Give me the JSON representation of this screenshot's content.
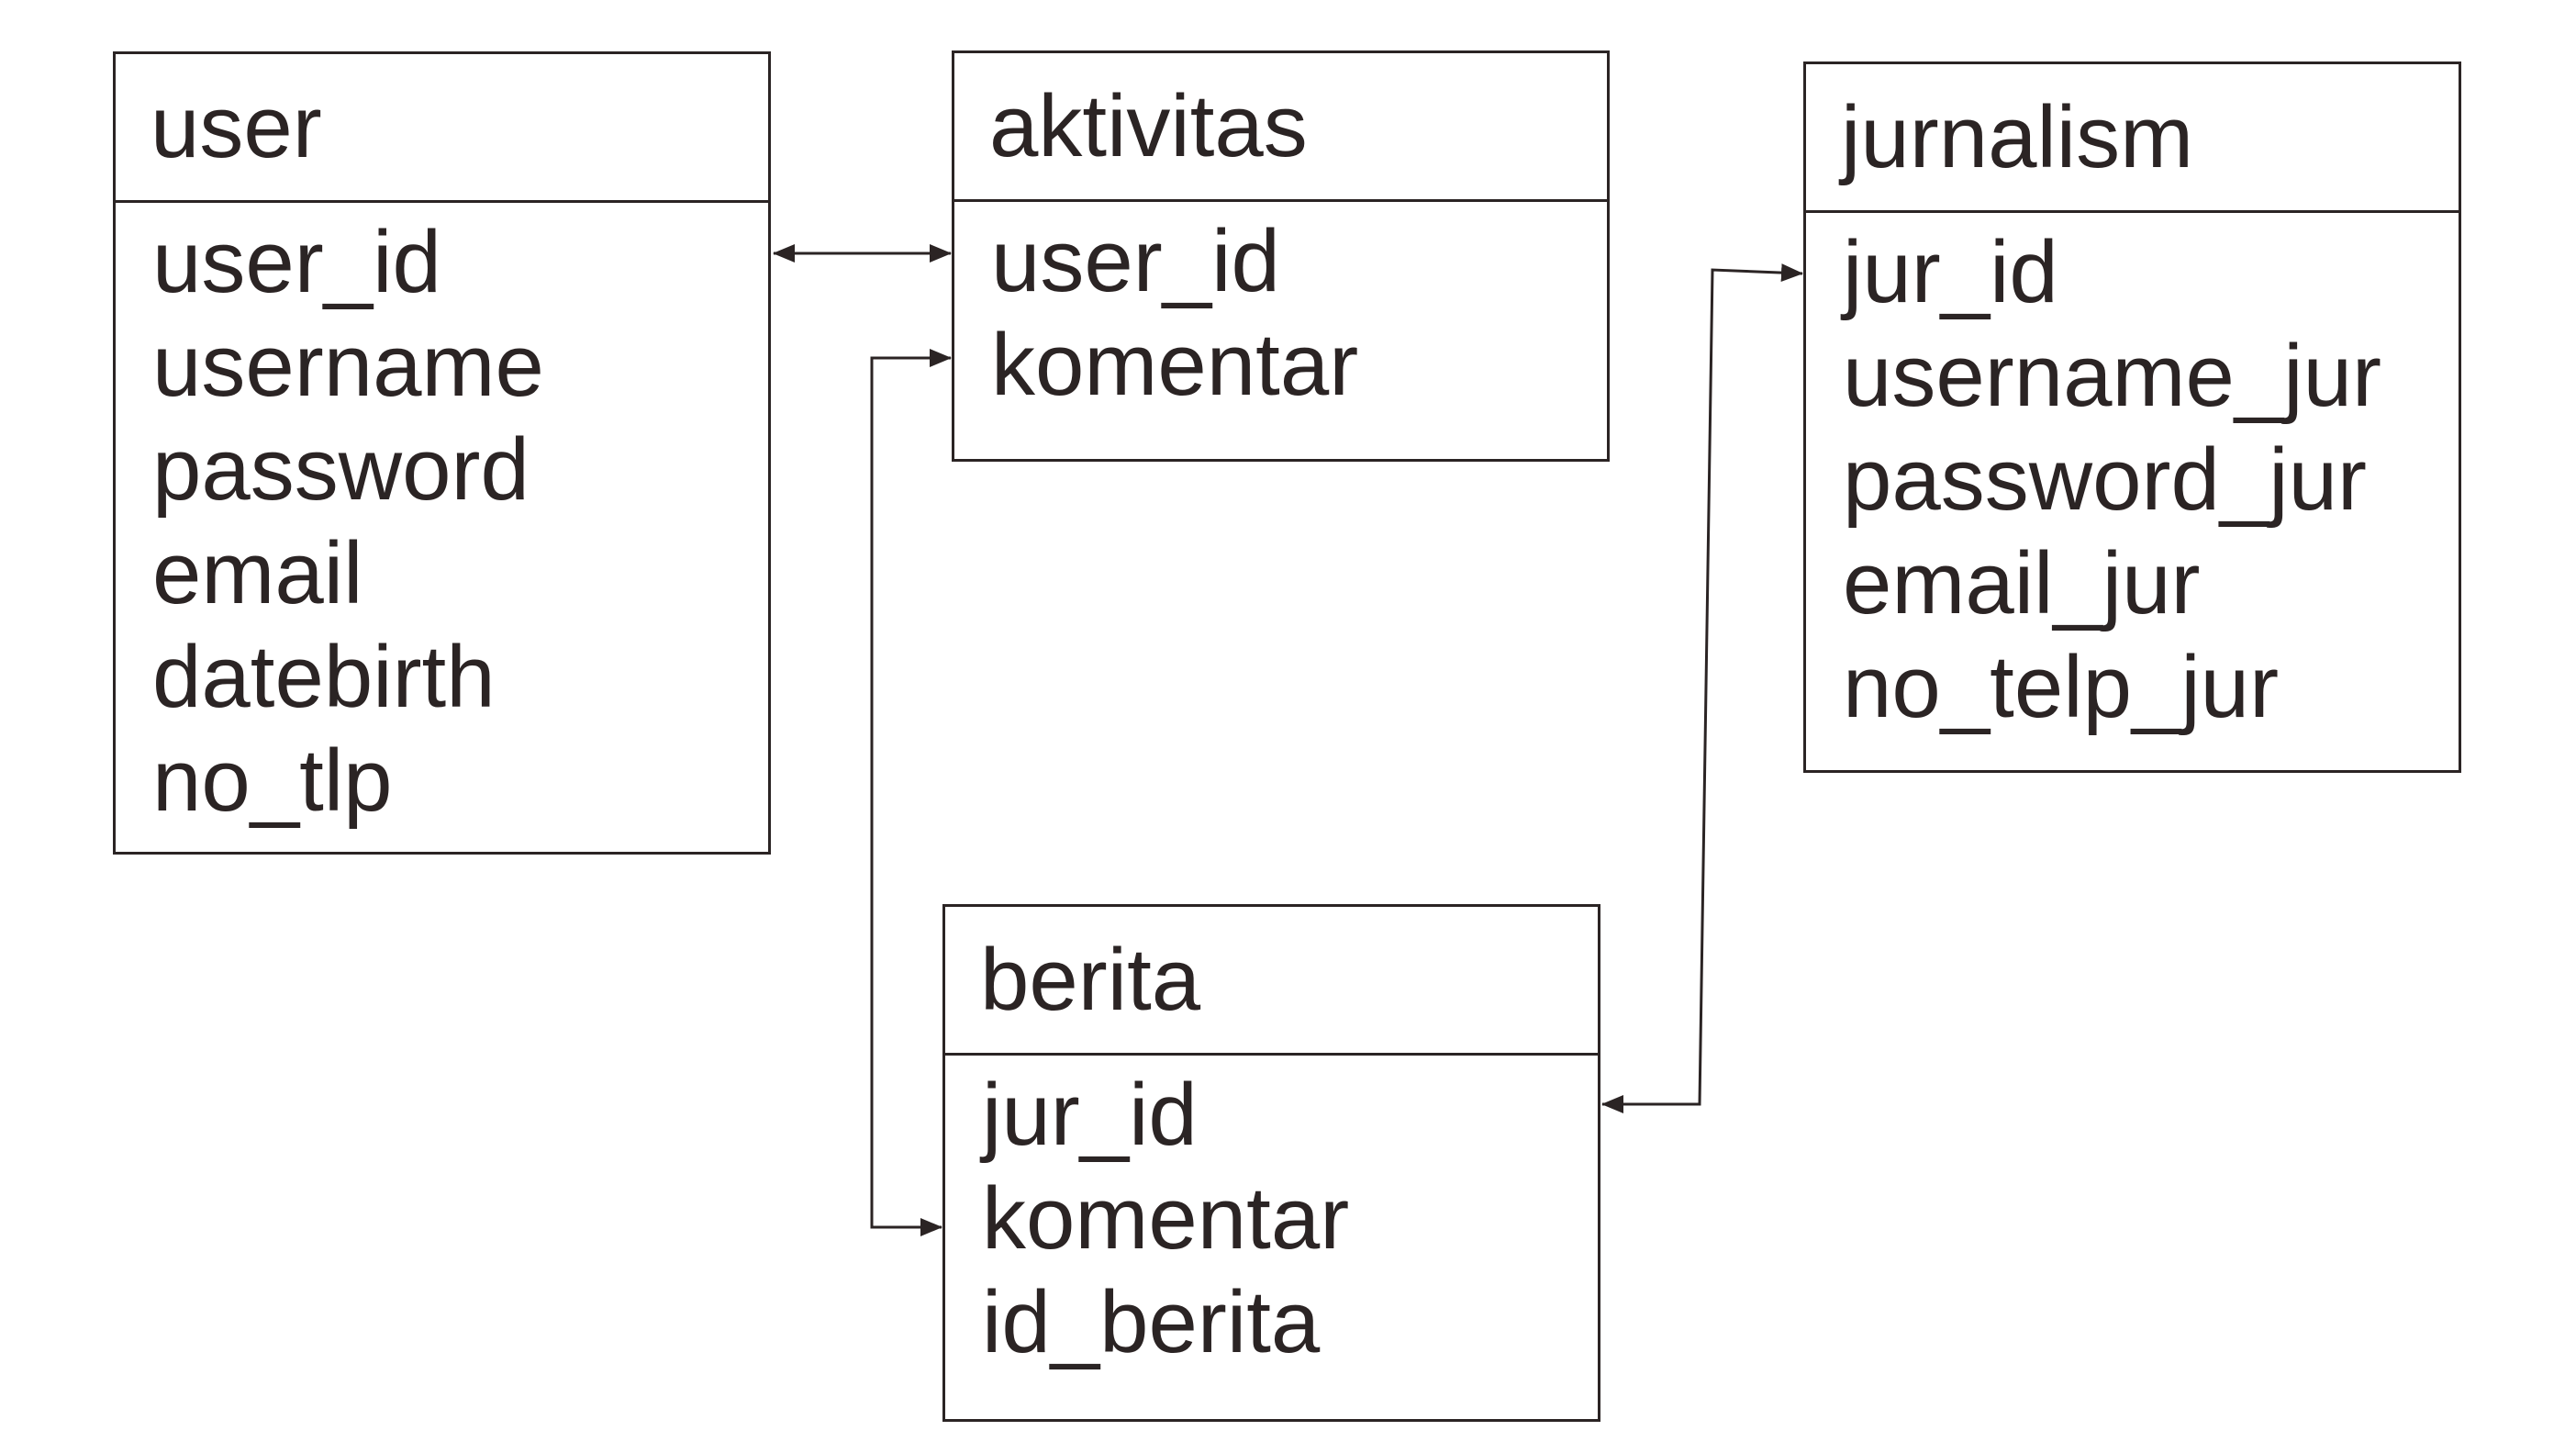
{
  "entities": {
    "user": {
      "title": "user",
      "fields": [
        "user_id",
        "username",
        "password",
        "email",
        "datebirth",
        "no_tlp"
      ]
    },
    "aktivitas": {
      "title": "aktivitas",
      "fields": [
        "user_id",
        "komentar"
      ]
    },
    "jurnalism": {
      "title": "jurnalism",
      "fields": [
        "jur_id",
        "username_jur",
        "password_jur",
        "email_jur",
        "no_telp_jur"
      ]
    },
    "berita": {
      "title": "berita",
      "fields": [
        "jur_id",
        "komentar",
        "id_berita"
      ]
    }
  },
  "colors": {
    "line": "#2b2424",
    "text": "#2b2424",
    "background": "#ffffff"
  }
}
